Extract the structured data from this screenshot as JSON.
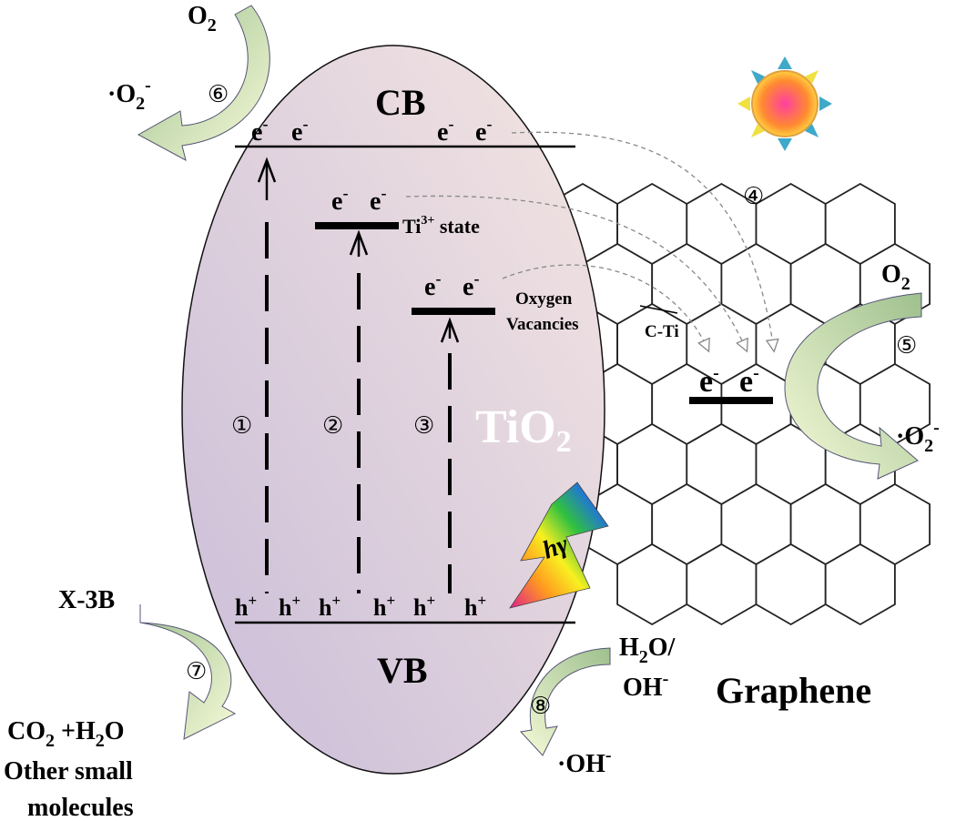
{
  "labels": {
    "cb": "CB",
    "vb": "VB",
    "tio2": "TiO",
    "tio2_sub": "2",
    "graphene": "Graphene",
    "ti3_state": "Ti",
    "ti3_sup": "3+",
    "ti3_word": " state",
    "oxygen_vac_line1": "Oxygen",
    "oxygen_vac_line2": "Vacancies",
    "c_ti": "C-Ti",
    "hv": "hγ",
    "x3b": "X-3B",
    "products_line1": "CO",
    "products_line1_sub": "2",
    "products_line1_rest": " +H",
    "products_line1_sub2": "2",
    "products_line1_end": "O",
    "products_line2": "Other small",
    "products_line3": "molecules",
    "o2": "O",
    "o2_sub": "2",
    "superoxide": "·O",
    "superoxide_sub": "2",
    "superoxide_sup": "-",
    "h2o_a": "H",
    "h2o_sub": "2",
    "h2o_b": "O/",
    "oh_line": "OH",
    "oh_sup": "-",
    "hydroxyl": "·OH",
    "hydroxyl_sup": "-",
    "electron": "e",
    "electron_sup": "-",
    "hole": "h",
    "hole_sup": "+"
  },
  "steps": {
    "s1": "①",
    "s2": "②",
    "s3": "③",
    "s4": "④",
    "s5": "⑤",
    "s6": "⑥",
    "s7": "⑦",
    "s8": "⑧"
  },
  "colors": {
    "ellipse_light": "#f2e3e0",
    "ellipse_dark": "#cdbfd6",
    "arrow_green": "#a9c99a",
    "arrow_light": "#f4f9d6",
    "sun_core": "#ff5a3c",
    "sun_ray_a": "#3fa9c9",
    "sun_ray_b": "#f0e040"
  }
}
